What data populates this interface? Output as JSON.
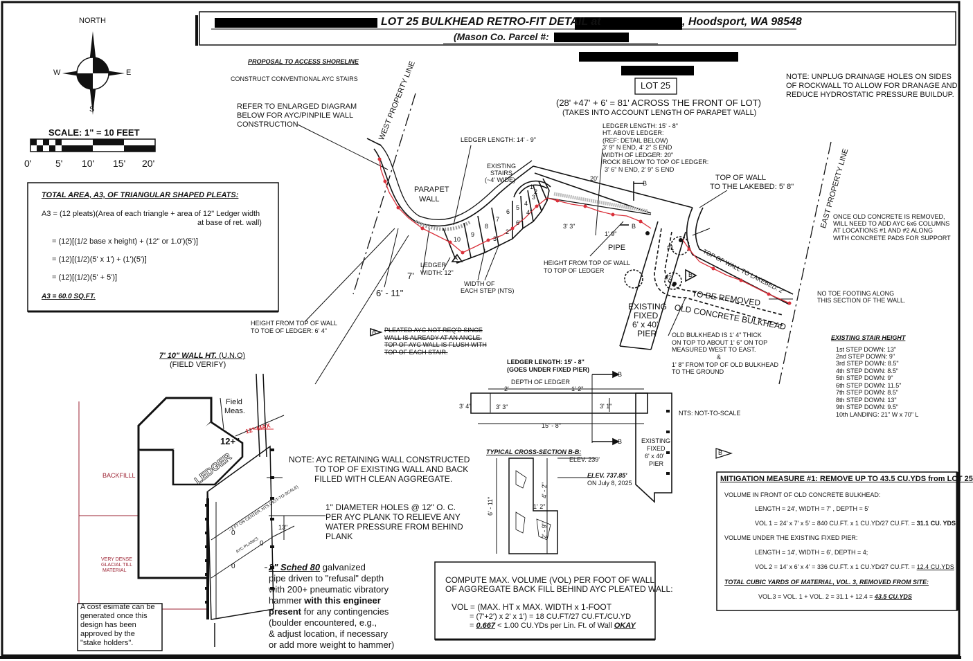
{
  "title": {
    "main": "LOT 25 BULKHEAD RETRO-FIT DETAIL at",
    "location": ", Hoodsport, WA 98548",
    "parcel": "(Mason Co. Parcel #:"
  },
  "compass": {
    "north": "NORTH",
    "west": "W",
    "east": "E",
    "south": "S"
  },
  "scale": {
    "label": "SCALE:  1\" = 10 FEET",
    "ticks": [
      "0'",
      "5'",
      "10'",
      "15'",
      "20'"
    ]
  },
  "proposal": {
    "title": "PROPOSAL TO ACCESS SHORELINE",
    "body": "CONSTRUCT CONVENTIONAL AYC STAIRS"
  },
  "refer_note": [
    "REFER TO ENLARGED DIAGRAM",
    "BELOW FOR AYC/PINPILE WALL",
    "CONSTRUCTION"
  ],
  "lot_label": "LOT 25",
  "front_of_lot": [
    "(28' +47' + 6' = 81' ACROSS THE FRONT OF LOT)",
    "(TAKES INTO ACCOUNT LENGTH OF PARAPET WALL)"
  ],
  "note_top_right": [
    "NOTE:  UNPLUG DRAINAGE HOLES ON SIDES",
    "OF ROCKWALL TO ALLOW FOR DRANAGE AND",
    "REDUCE HYDROSTATIC PRESSURE BUILDUP."
  ],
  "area_box": {
    "title": "TOTAL AREA, A3, OF TRIANGULAR SHAPED PLEATS:",
    "lines": [
      "A3 = (12 pleats)(Area of each triangle + area of 12\" Ledger width",
      "at base of ret. wall)",
      "= (12)[(1/2 base x height) + (12\" or 1.0')(5')]",
      "= (12)[(1/2)(5' x 1') + (1')(5')]",
      "= (12)[(1/2)(5' + 5')]"
    ],
    "result": "A3  = 60.0 SQ.FT."
  },
  "plan_labels": {
    "west_property_line": "WEST PROPERTY LINE",
    "east_property_line": "EAST PROPERTY LINE",
    "parapet_wall": [
      "PARAPET",
      "WALL"
    ],
    "ledger_length_14": "LEDGER LENGTH: 14' - 9\"",
    "existing_stairs": [
      "EXISTING",
      "STAIRS",
      "(~4' WIDE)"
    ],
    "twenty_ft": "20'",
    "ledger_info": [
      "LEDGER LENGTH: 15' - 8\"",
      "HT. ABOVE LEDGER:",
      "(REF: DETAIL BELOW)",
      "3' 9\" N END, 4' 2\" S END",
      "WIDTH OF LEDGER: 20\"",
      "ROCK BELOW TO TOP OF LEDGER:",
      "3' 6\" N END, 2' 9\" S END"
    ],
    "top_of_wall_lakebed": [
      "TOP OF WALL",
      "TO THE LAKEBED: 5' 8\""
    ],
    "once_old_concrete": [
      "ONCE OLD CONCRETE IS REMOVED,",
      "WILL NEED TO ADD AYC 6x6 COLUMNS",
      "AT LOCATIONS #1 AND #2 ALONG",
      "WITH CONCRETE PADS FOR SUPPORT"
    ],
    "three_three": "3' 3\"",
    "one_nine": "1' 9\"",
    "pipe": "PIPE",
    "height_top_wall": [
      "HEIGHT FROM TOP OF WALL",
      "TO TOP OF LEDGER"
    ],
    "ledger_width": [
      "LEDGER",
      "WIDTH: 12\""
    ],
    "width_of_step": [
      "WIDTH OF",
      "EACH STEP (NTS)"
    ],
    "seven": "7'",
    "six_eleven": "6' - 11\"",
    "height_toe": [
      "HEIGHT FROM TOP OF WALL",
      "TO TOE OF LEDGER: 6' 4\""
    ],
    "existing_pier": [
      "EXISTING",
      "FIXED",
      "6' x 40'",
      "PIER"
    ],
    "to_be_removed": "TO BE REMOVED",
    "old_concrete_bulkhead": "OLD CONCRETE BULKHEAD",
    "top_wall_lakebed_2": "TOP OF WALL TO LAKEBED: 2'",
    "no_toe_footing": [
      "NO TOE FOOTING ALONG",
      "THIS SECTION OF THE WALL."
    ],
    "old_bulkhead_note": [
      "OLD BULKHEAD IS 1' 4\" THICK",
      "ON TOP TO ABOUT 1' 6\" ON TOP",
      "MEASURED WEST TO EAST.",
      "&",
      "1' 8\" FROM TOP OF OLD BULKHEAD",
      "TO THE GROUND"
    ],
    "pleated_note": [
      "PLEATED AYC NOT REQ'D SINCE",
      "WALL IS ALREADY AT AN ANGLE.",
      "TOP OF AYC WALL IS FLUSH WITH",
      "TOP OF EACH STAIR."
    ],
    "section_b": "B",
    "marker_a": "A",
    "loc1": "#1",
    "loc2": "#2",
    "step_numbers": [
      "10",
      "9",
      "8",
      "7",
      "6",
      "5",
      "4",
      "3",
      "2",
      "1"
    ],
    "step_inches": [
      "6\"",
      "4\"",
      "3\"",
      "2\""
    ]
  },
  "stair_heights": {
    "title": "EXISTING STAIR HEIGHT",
    "lines": [
      "1st STEP DOWN: 13\"",
      "2nd STEP DOWN: 9\"",
      "3rd STEP DOWN: 8.5\"",
      "4th STEP DOWN: 8.5\"",
      "5th STEP DOWN: 9\"",
      "6th STEP DOWN: 11.5\"",
      "7th STEP DOWN: 8.5\"",
      "8th STEP DOWN: 13\"",
      "9th STEP DOWN: 9.5\"",
      "10th LANDING: 21\" W x 70\" L"
    ]
  },
  "ledger_detail": {
    "title": [
      "LEDGER  LENGTH: 15' - 8\"",
      "(GOES UNDER FIXED PIER)"
    ],
    "depth": "DEPTH OF LEDGER",
    "dims": [
      "2'",
      "1' 2\"",
      "3' 4\"",
      "3' 3\"",
      "3' 1\"",
      "15' - 8\""
    ],
    "pier": [
      "EXISTING",
      "FIXED",
      "6' x 40'",
      "PIER"
    ],
    "nts": "NTS: NOT-TO-SCALE"
  },
  "cross_section": {
    "title": "TYPICAL CROSS-SECTION B-B:",
    "elev": "ELEV. 239'",
    "elev2": "ELEV. 737.85'",
    "date": "ON July 8, 2025",
    "dims": [
      "6' - 11\"",
      "4' - 2\"",
      "2' - 9\"",
      "1' 2\""
    ]
  },
  "wall_detail": {
    "height": "7' 10\" WALL HT.",
    "uno": " (U.N.O)",
    "verify": "(FIELD VERIFY)",
    "field_meas": [
      "Field",
      "Meas."
    ],
    "twelve": "12+\"",
    "twelve_max": "12\" MAX",
    "ledger": "LEDGER",
    "backfill": "BACKFILLL",
    "glacial": [
      "VERY DENSE",
      "GLACIAL TILL",
      "MATERIAL"
    ],
    "plank_note": "AYC PLANKS",
    "holes_note": "~3 FT ON CENTER, NTS (NOT-TO-SCALE)",
    "dim_13": "13\"",
    "zeros": [
      "0",
      "0",
      "0"
    ]
  },
  "note_ayc": [
    "NOTE:  AYC RETAINING WALL CONSTRUCTED",
    "TO TOP OF EXISTING WALL AND BACK",
    "FILLED WITH CLEAN AGGREGATE."
  ],
  "holes_note": [
    "1\"  DIAMETER HOLES @ 12\" O. C.",
    "PER AYC PLANK TO RELIEVE ANY",
    "WATER PRESSURE FROM BEHIND",
    "PLANK"
  ],
  "pipe_note": {
    "bold": "2\" Sched 80",
    "l1": " galvanized",
    "l2": "pipe driven to \"refusal\" depth",
    "l3": "with 200+ pneumatic vibratory",
    "l4a": "hammer ",
    "l4b": "with this engineer",
    "l5a": "present",
    "l5b": " for any contingencies",
    "l6": "(boulder encountered, e.g.,",
    "l7": "& adjust location, if necessary",
    "l8": "or add more weight to hammer)"
  },
  "cost_note": [
    "A cost esimate can be",
    "generated once this",
    "design has been",
    "approved by the",
    "\"stake holders\"."
  ],
  "volume_box": {
    "l1": "COMPUTE MAX. VOLUME (VOL) PER FOOT OF WALL",
    "l2": "OF  AGGREGATE BACK FILL BEHIND AYC PLEATED WALL:",
    "l3": "VOL = (MAX. HT x MAX. WIDTH x 1-FOOT",
    "l4": "= (7'+2') x 2' x 1') = 18 CU.FT/27 CU.FT./CU.YD",
    "l5a": "= ",
    "l5b": "0.667",
    "l5c": " <  1.00 CU.YDs per Lin. Ft. of Wall  ",
    "l5d": "OKAY"
  },
  "mitigation": {
    "title": "MITIGATION MEASURE #1:  REMOVE UP TO 43.5 CU.YDS from LOT 25",
    "l1": "VOLUME IN FRONT OF OLD CONCRETE BULKHEAD:",
    "l2": "LENGTH = 24',  WIDTH = 7' , DEPTH = 5'",
    "l3a": "VOL 1 = 24' x 7' x 5' = 840 CU.FT. x 1 CU.YD/27 CU.FT. = ",
    "l3b": "31.1 CU. YDS",
    "l4": "VOLUME UNDER THE EXISTING FIXED PIER:",
    "l5": "LENGTH = 14', WIDTH = 6', DEPTH = 4;",
    "l6a": "VOL 2 = 14' x 6' x 4' = 336 CU.FT. x 1 CU.YD/27 CU.FT. = ",
    "l6b": "12.4 CU.YDS",
    "l7": "TOTAL CUBIC YARDS OF MATERIAL, VOL. 3, REMOVED FROM SITE:",
    "l8a": "VOL.3 = VOL. 1 + VOL. 2 = 31.1 + 12.4 = ",
    "l8b": "43.5 CU.YDS"
  }
}
